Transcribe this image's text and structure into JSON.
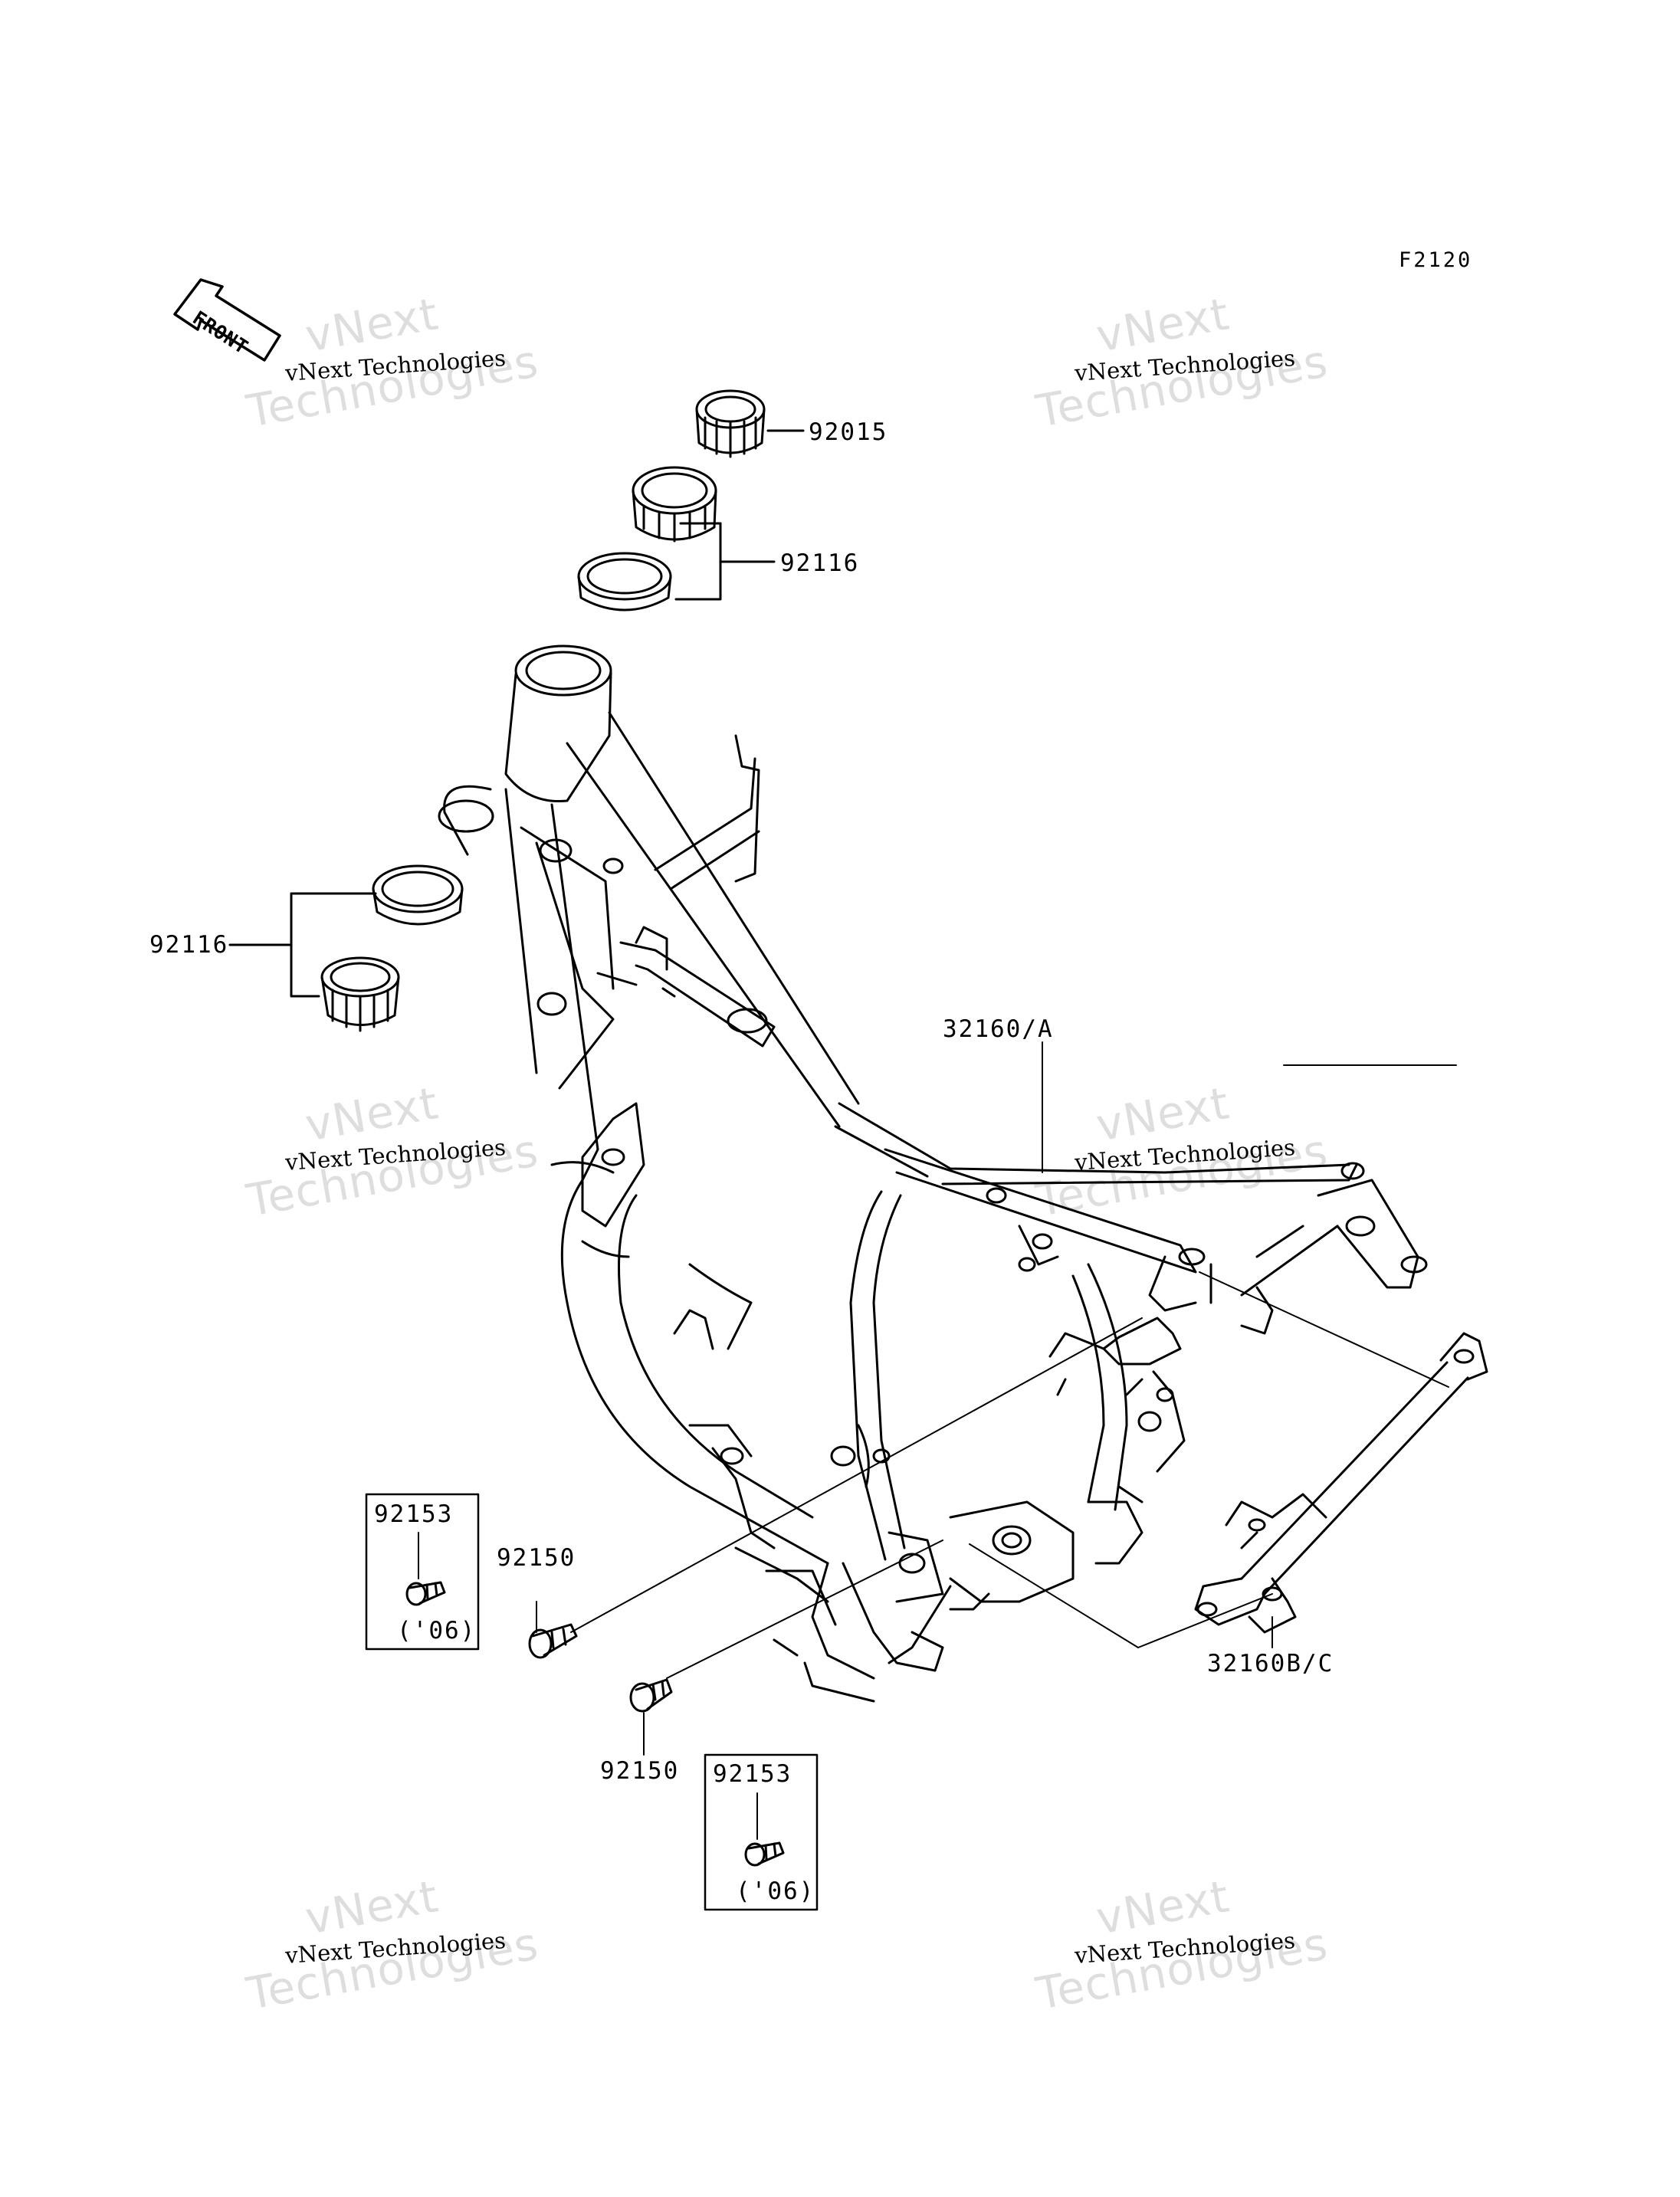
{
  "figure": {
    "code": "F2120",
    "front_label": "FRONT"
  },
  "parts": {
    "p92015": "92015",
    "p92116_top": "92116",
    "p92116_left": "92116",
    "p32160a": "32160/A",
    "p32160bc": "32160B/C",
    "p92150_left": "92150",
    "p92150_bottom": "92150"
  },
  "boxes": [
    {
      "part": "92153",
      "note": "('06)"
    },
    {
      "part": "92153",
      "note": "('06)"
    }
  ],
  "watermark": {
    "line_small": "vNext Technologies",
    "line_big_top": "vNext",
    "line_big_bottom": "Technologies"
  }
}
